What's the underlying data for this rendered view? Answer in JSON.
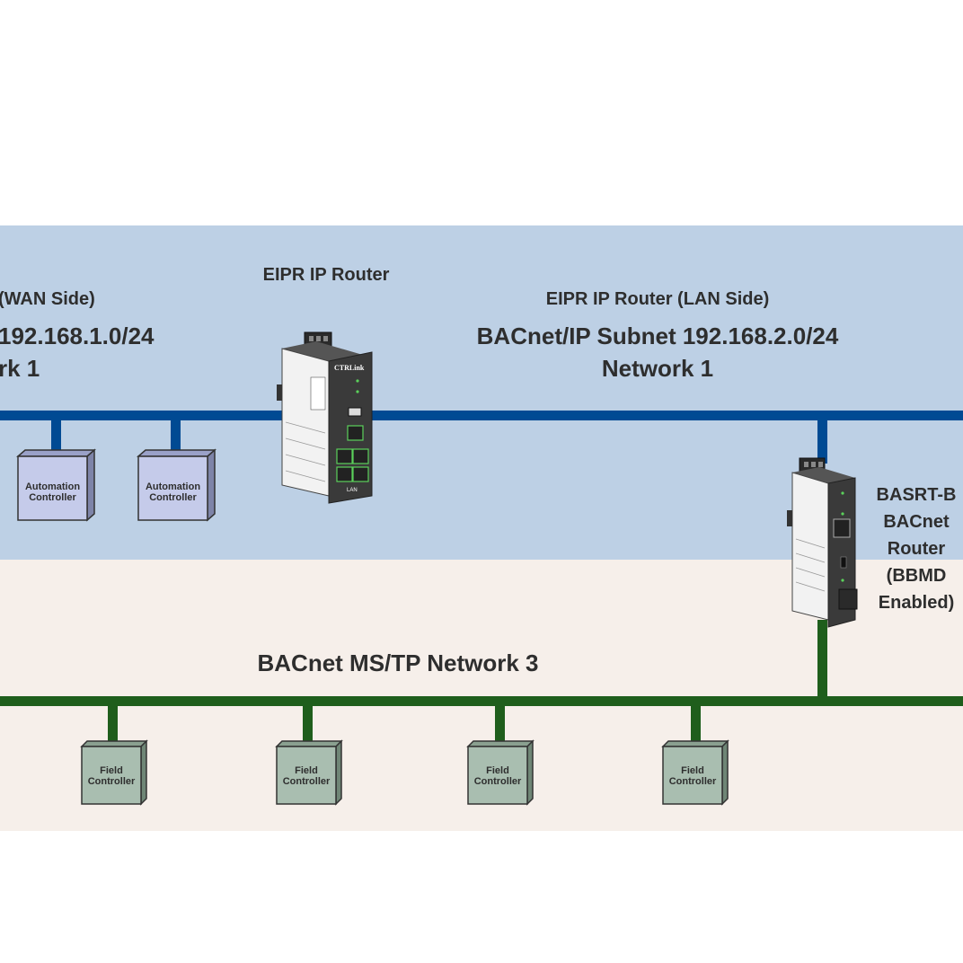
{
  "labels": {
    "wan_title": "(WAN Side)",
    "wan_subnet": "192.168.1.0/24",
    "wan_network": "rk 1",
    "eipr_router": "EIPR IP Router",
    "lan_title": "EIPR IP Router (LAN Side)",
    "lan_subnet": "BACnet/IP Subnet 192.168.2.0/24",
    "lan_network": "Network 1",
    "mstp_network": "BACnet MS/TP Network 3",
    "basrt_lines": [
      "BASRT-B",
      "BACnet",
      "Router",
      "(BBMD",
      "Enabled)"
    ]
  },
  "devices": {
    "automation": [
      "Automation",
      "Controller"
    ],
    "field": [
      "Field",
      "Controller"
    ],
    "eipr_brand": "CTRLink",
    "eipr_port_label": "LAN"
  },
  "colors": {
    "ip_band": "#bdd0e5",
    "mstp_band": "#f6efea",
    "ip_bus": "#004a93",
    "mstp_bus": "#1f5e1c",
    "automation_box": "#c5cbea",
    "field_box": "#a9beb0"
  }
}
